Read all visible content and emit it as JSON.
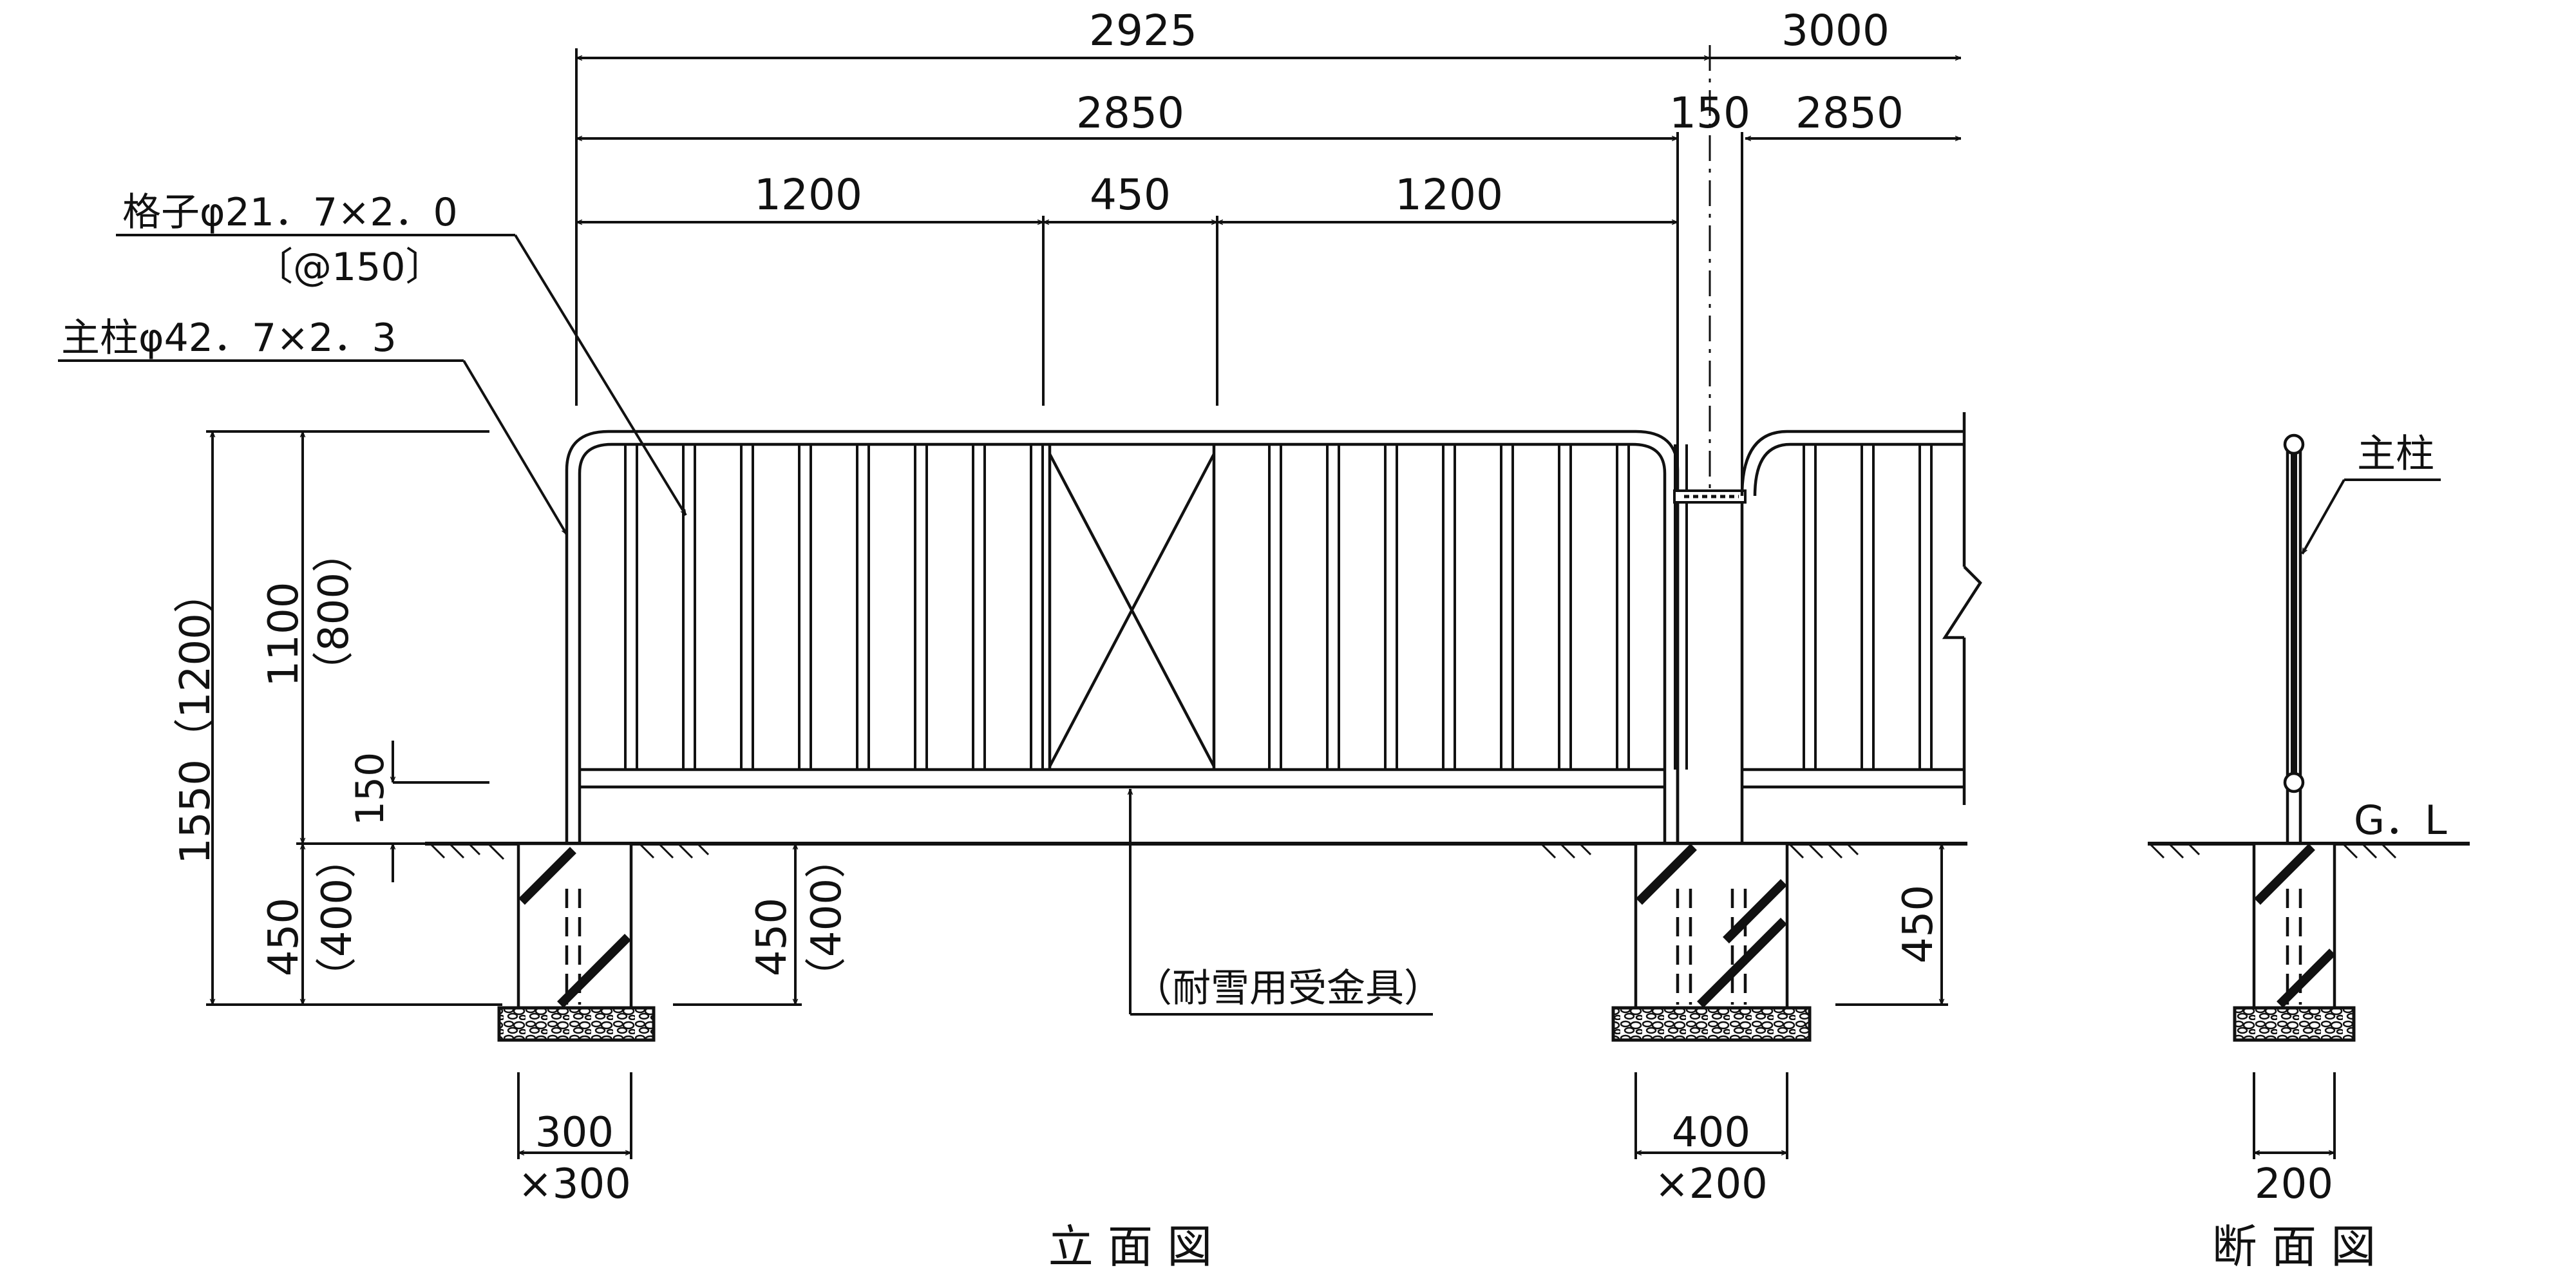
{
  "dimensions": {
    "top_total": "2925",
    "top_right": "3000",
    "row2_span": "2850",
    "row2_gap": "150",
    "row2_right": "2850",
    "row3_left": "1200",
    "row3_mid": "450",
    "row3_right": "1200",
    "total_height": "1550（1200）",
    "fence_height": "1100",
    "fence_height_alt": "（800）",
    "bottom_rail": "150",
    "embed_left": "450",
    "embed_left_alt": "（400）",
    "embed_mid": "450",
    "embed_mid_alt": "（400）",
    "embed_right": "450",
    "foot_left_w": "300",
    "foot_left_d": "×300",
    "foot_right_w": "400",
    "foot_right_d": "×200",
    "section_w": "200"
  },
  "labels": {
    "lattice_spec": "格子φ21．7×2．0",
    "lattice_pitch": "〔@150〕",
    "post_spec": "主柱φ42．7×2．3",
    "snow_fitting": "（耐雪用受金具）",
    "section_post": "主柱",
    "ground_level": "G．L"
  },
  "titles": {
    "elevation": "立 面 図",
    "section": "断 面 図"
  }
}
